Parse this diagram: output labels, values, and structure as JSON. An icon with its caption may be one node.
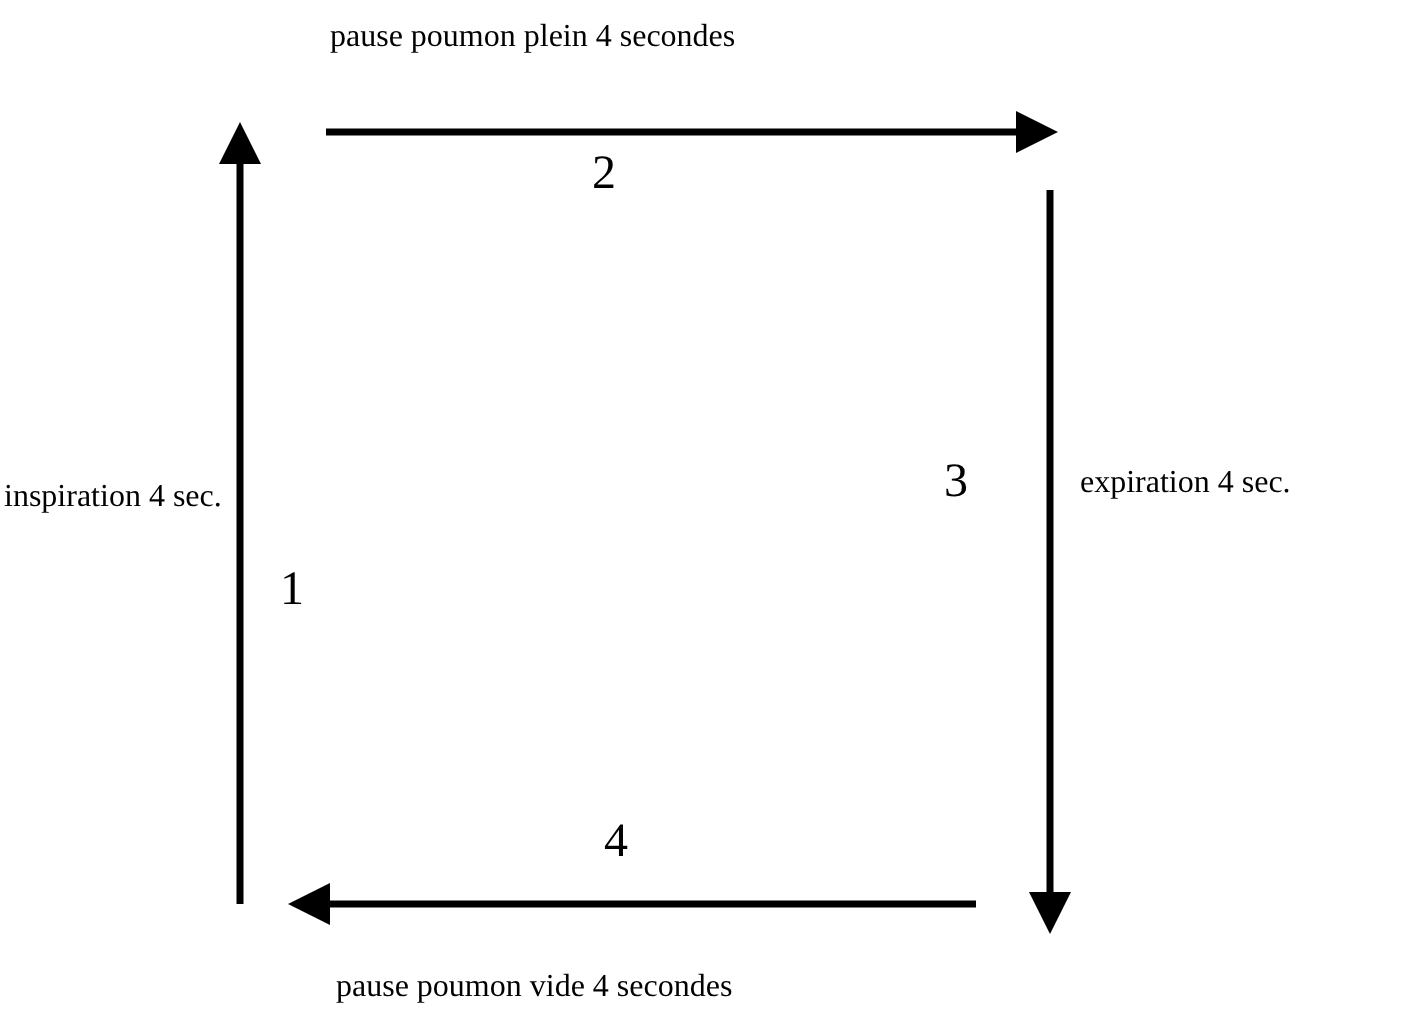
{
  "diagram": {
    "labels": [
      "pause poumon plein 4 secondes",
      "2",
      "inspiration 4 sec.",
      "1",
      "3",
      "expiration 4 sec.",
      "4",
      "pause poumon vide 4 secondes"
    ]
  }
}
